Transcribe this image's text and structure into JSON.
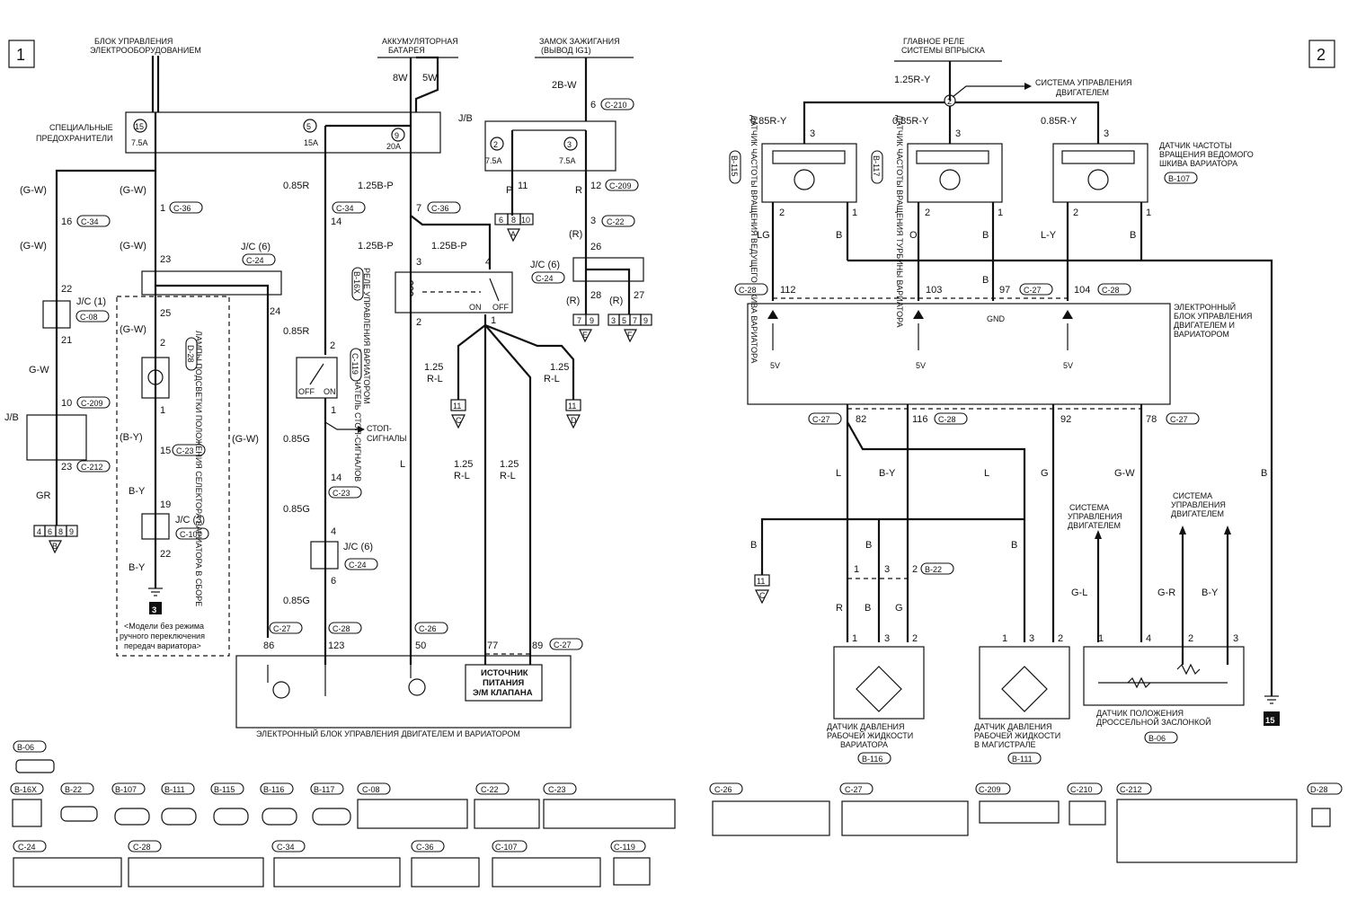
{
  "page_numbers": [
    "1",
    "2"
  ],
  "p1": {
    "label_ecu_electric": [
      "БЛОК УПРАВЛЕНИЯ",
      "ЭЛЕКТРООБОРУДОВАНИЕМ"
    ],
    "label_battery": [
      "АККУМУЛЯТОРНАЯ",
      "БАТАРЕЯ"
    ],
    "label_ignition": [
      "ЗАМОК ЗАЖИГАНИЯ",
      "(ВЫВОД IG1)"
    ],
    "label_special_fuses": [
      "СПЕЦИАЛЬНЫЕ",
      "ПРЕДОХРАНИТЕЛИ"
    ],
    "fuse_15": "15",
    "fuse_15_rating": "7.5A",
    "fuse_5": "5",
    "fuse_5_rating": "15A",
    "fuse_9": "9",
    "fuse_9_rating": "20A",
    "fuse_2": "2",
    "fuse_2_rating": "7.5A",
    "fuse_3": "3",
    "fuse_3_rating": "7.5A",
    "w_8w": "8W",
    "w_5w": "5W",
    "w_2bw": "2B-W",
    "jb": "J/B",
    "c210_pin": "6",
    "c210": "C-210",
    "p_p": "P",
    "p_11": "11",
    "r_r": "R",
    "r_12": "12",
    "c209": "C-209",
    "conn_6810": [
      "6",
      "8",
      "10"
    ],
    "tri_a": "A",
    "r_3": "3",
    "c22": "C-22",
    "r_paren": "(R)",
    "r_26": "26",
    "jc6_a": "J/C (6)",
    "c24": "C-24",
    "r_28": "28",
    "r_27": "27",
    "r_paren2": "(R)",
    "r_paren3": "(R)",
    "conn_79": [
      "7",
      "9"
    ],
    "conn_3579": [
      "3",
      "5",
      "7",
      "9"
    ],
    "tri_e": "E",
    "tri_f": "F",
    "gw_1": "(G-W)",
    "gw_16": "16",
    "c34": "C-34",
    "gw_2": "(G-W)",
    "n22": "22",
    "jc1": "J/C (1)",
    "c08": "C-08",
    "n21": "21",
    "gw_3": "G-W",
    "n10": "10",
    "n23": "23",
    "c212": "C-212",
    "gr": "GR",
    "conn_4689": [
      "4",
      "6",
      "8",
      "9"
    ],
    "tri_b": "B",
    "gw_4": "(G-W)",
    "n1": "1",
    "c36": "C-36",
    "gw_5": "(G-W)",
    "n23b": "23",
    "jc6_b": "J/C (6)",
    "c24b": "C-24",
    "n24": "24",
    "n25": "25",
    "gw_6": "(G-W)",
    "n2": "2",
    "n1b": "1",
    "by_paren": "(B-Y)",
    "n15": "15",
    "c23": "C-23",
    "by_1": "B-Y",
    "n19": "19",
    "jc3": "J/C (3)",
    "c107": "C-107",
    "n22b": "22",
    "by_2": "B-Y",
    "lamp_label": "ЛАМПЫ ПОДСВЕТКИ ПОЛОЖЕНИЯ СЕЛЕКТОРА ВАРИАТОРА В СБОРЕ",
    "d28": "D-28",
    "ground_3": "3",
    "note": [
      "<Модели без режима",
      "ручного переключения",
      "передач вариатора>"
    ],
    "w085r": "0.85R",
    "n14": "14",
    "c34b": "C-34",
    "w085r_b": "0.85R",
    "n2b": "2",
    "off": "OFF",
    "on": "ON",
    "brake_label": "ВЫКЛЮЧАТЕЛЬ СТОП-СИГНАЛОВ",
    "c119": "C-119",
    "n1c": "1",
    "stop": [
      "СТОП-",
      "СИГНАЛЫ"
    ],
    "w085g": "0.85G",
    "n14b": "14",
    "c23b": "C-23",
    "w085g_b": "0.85G",
    "n4": "4",
    "jc6_c": "J/C (6)",
    "c24c": "C-24",
    "n6": "6",
    "w085g_c": "0.85G",
    "gw_7": "(G-W)",
    "w125bp": "1.25B-P",
    "n7": "7",
    "c36b": "C-36",
    "w125bp_b": "1.25B-P",
    "w125bp_c": "1.25B-P",
    "n3": "3",
    "n4b": "4",
    "relay_label": "РЕЛЕ УПРАВЛЕНИЯ ВАРИАТОРОМ",
    "b16x": "B-16X",
    "on2": "ON",
    "off2": "OFF",
    "n2c": "2",
    "n1d": "1",
    "l": "L",
    "rl_1": [
      "1.25",
      "R-L"
    ],
    "rl_2": [
      "1.25",
      "R-L"
    ],
    "rl_3": [
      "1.25",
      "R-L"
    ],
    "rl_4": [
      "1.25",
      "R-L"
    ],
    "conn_11a": "11",
    "conn_11b": "11",
    "tri_c": "C",
    "tri_d": "D",
    "c27": "C-27",
    "n86": "86",
    "c28": "C-28",
    "n123": "123",
    "c26": "C-26",
    "n50": "50",
    "n77": "77",
    "n89": "89",
    "c27b": "C-27",
    "solenoid_power": [
      "ИСТОЧНИК",
      "ПИТАНИЯ",
      "Э/М КЛАПАНА"
    ],
    "ecu_title": "ЭЛЕКТРОННЫЙ БЛОК УПРАВЛЕНИЯ ДВИГАТЕЛЕМ И ВАРИАТОРОМ"
  },
  "p2": {
    "main_relay": [
      "ГЛАВНОЕ РЕЛЕ",
      "СИСТЕМЫ ВПРЫСКА"
    ],
    "w125ry": "1.25R-Y",
    "node2": "2",
    "engine_sys": [
      "СИСТЕМА УПРАВЛЕНИЯ",
      "ДВИГАТЕЛЕМ"
    ],
    "w085ry_1": "0.85R-Y",
    "w085ry_2": "0.85R-Y",
    "w085ry_3": "0.85R-Y",
    "s1_label": "ДАТЧИК ЧАСТОТЫ ВРАЩЕНИЯ ВЕДУЩЕГО ШКИВА ВАРИАТОРА",
    "b115": "B-115",
    "s2_label": "ДАТЧИК ЧАСТОТЫ ВРАЩЕНИЯ ТУРБИНЫ ВАРИАТОРА",
    "b117": "B-117",
    "s3_label": [
      "ДАТЧИК ЧАСТОТЫ",
      "ВРАЩЕНИЯ ВЕДОМОГО",
      "ШКИВА ВАРИАТОРА"
    ],
    "b107": "B-107",
    "pin3": "3",
    "pin2": "2",
    "pin1": "1",
    "lg": "LG",
    "b": "B",
    "o": "O",
    "ly": "L-Y",
    "c28": "C-28",
    "n112": "112",
    "n103": "103",
    "n97": "97",
    "c27": "C-27",
    "n104": "104",
    "c28b": "C-28",
    "gnd": "GND",
    "v5": "5V",
    "ecu_label": [
      "ЭЛЕКТРОННЫЙ",
      "БЛОК УПРАВЛЕНИЯ",
      "ДВИГАТЕЛЕМ И",
      "ВАРИАТОРОМ"
    ],
    "c27b": "C-27",
    "n82": "82",
    "n116": "116",
    "c28c": "C-28",
    "n92": "92",
    "n78": "78",
    "c27c": "C-27",
    "wl": "L",
    "wby": "B-Y",
    "wl2": "L",
    "wg": "G",
    "wgw": "G-W",
    "wb_right": "B",
    "sys_ctrl_a": [
      "СИСТЕМА",
      "УПРАВЛЕНИЯ",
      "ДВИГАТЕЛЕМ"
    ],
    "sys_ctrl_b": [
      "СИСТЕМА",
      "УПРАВЛЕНИЯ",
      "ДВИГАТЕЛЕМ"
    ],
    "wb_a": "B",
    "wb_b": "B",
    "wb_c": "B",
    "conn_11c": "11",
    "tri_c": "C",
    "n1": "1",
    "n3": "3",
    "n2": "2",
    "b22": "B-22",
    "wr": "R",
    "wb_d": "B",
    "wg2": "G",
    "wgl": "G-L",
    "wgr": "G-R",
    "wby2": "B-Y",
    "n4": "4",
    "ps1": [
      "ДАТЧИК ДАВЛЕНИЯ",
      "РАБОЧЕЙ ЖИДКОСТИ",
      "ВАРИАТОРА"
    ],
    "b116": "B-116",
    "ps2": [
      "ДАТЧИК ДАВЛЕНИЯ",
      "РАБОЧЕЙ ЖИДКОСТИ",
      "В МАГИСТРАЛЕ"
    ],
    "b111": "B-111",
    "tps": [
      "ДАТЧИК ПОЛОЖЕНИЯ",
      "ДРОССЕЛЬНОЙ ЗАСЛОНКОЙ"
    ],
    "b06": "B-06",
    "ground_15": "15"
  },
  "connectors_row1": [
    "B-06"
  ],
  "connectors_row2": [
    "B-16X",
    "B-22",
    "B-107",
    "B-111",
    "B-115",
    "B-116",
    "B-117",
    "C-08",
    "C-22",
    "C-23"
  ],
  "connectors_row3": [
    "C-24",
    "C-28",
    "C-34",
    "C-36",
    "C-107",
    "C-119"
  ],
  "connectors_right": [
    "C-26",
    "C-27",
    "C-209",
    "C-210",
    "C-212",
    "D-28"
  ]
}
